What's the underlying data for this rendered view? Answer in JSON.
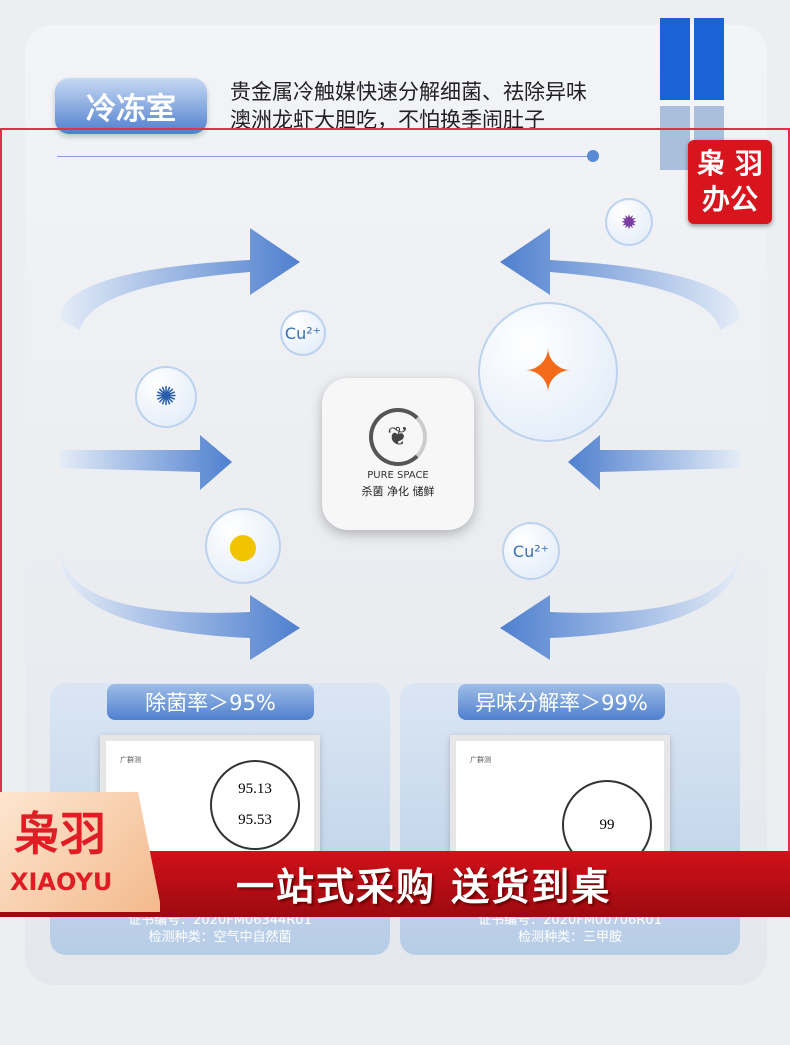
{
  "header": {
    "badge": "冷冻室",
    "line1": "贵金属冷触媒快速分解细菌、祛除异味",
    "line2": "澳洲龙虾大胆吃，不怕换季闹肚子"
  },
  "bubbles": {
    "cu1": "Cu²⁺",
    "cu2": "Cu²⁺"
  },
  "module": {
    "brand": "PURE SPACE",
    "tagline": "杀菌  净化  储鲜"
  },
  "panels": [
    {
      "title": "除菌率＞95%",
      "org": "广群测",
      "value1": "95.13",
      "value2": "95.53",
      "cert_no": "证书编号：2020FM06344R01",
      "type": "检测种类：空气中自然菌"
    },
    {
      "title": "异味分解率＞99%",
      "org": "广群测",
      "value1": "99",
      "cert_no": "证书编号：2020FM00706R01",
      "type": "检测种类：三甲胺"
    }
  ],
  "watermark": {
    "text": "枭羽办公"
  },
  "banner": {
    "logo_cn": "枭羽",
    "logo_en": "XIAOYU",
    "slogan": "一站式采购  送货到桌"
  },
  "colors": {
    "accent": "#4f80cf",
    "banner": "#c20d16"
  }
}
